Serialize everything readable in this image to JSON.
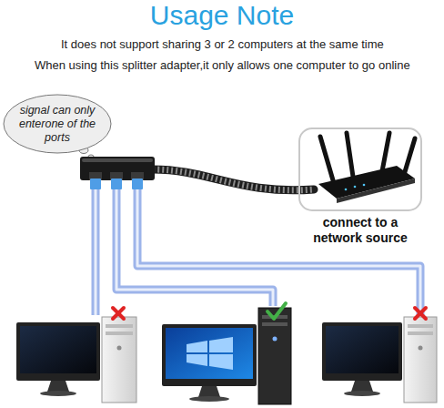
{
  "diagram": {
    "title": "Usage Note",
    "nodes": [
      {
        "text": [
          "signal can only enterone of the ports"
        ]
      },
      {
        "text": [
          "connect to a network source"
        ]
      }
    ],
    "labels": [
      "It does not support sharing 3 or 2 computers at the same time",
      "When using this splitter adapter,it only allows one computer to go online"
    ]
  }
}
